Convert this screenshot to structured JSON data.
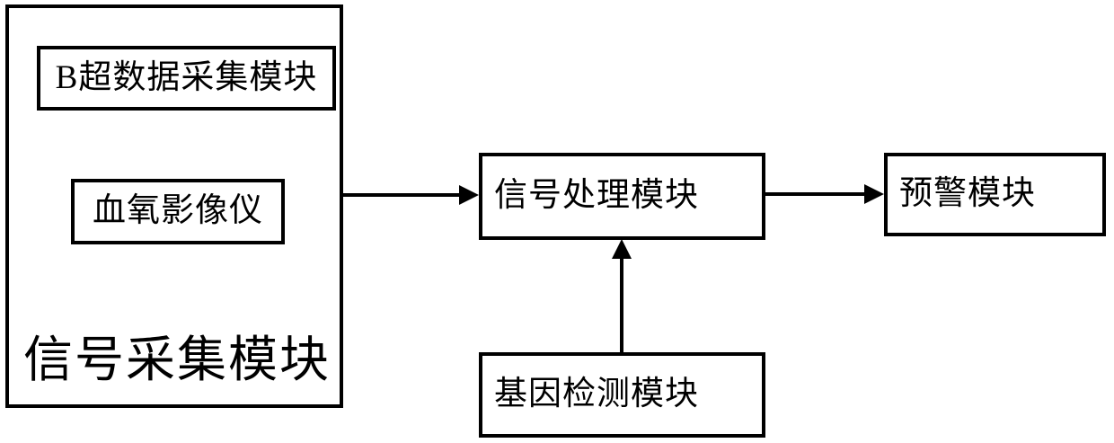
{
  "diagram": {
    "background": "#ffffff",
    "line_color": "#000000",
    "signal_collection_group": {
      "label": "信号采集模块",
      "sub_modules": [
        {
          "label": "B超数据采集模块"
        },
        {
          "label": "血氧影像仪"
        }
      ]
    },
    "signal_processing_module": {
      "label": "信号处理模块"
    },
    "warning_module": {
      "label": "预警模块"
    },
    "gene_detection_module": {
      "label": "基因检测模块"
    },
    "connections": [
      {
        "from": "signal_collection_group",
        "to": "signal_processing_module",
        "direction": "right"
      },
      {
        "from": "signal_processing_module",
        "to": "warning_module",
        "direction": "right"
      },
      {
        "from": "gene_detection_module",
        "to": "signal_processing_module",
        "direction": "up"
      }
    ]
  }
}
